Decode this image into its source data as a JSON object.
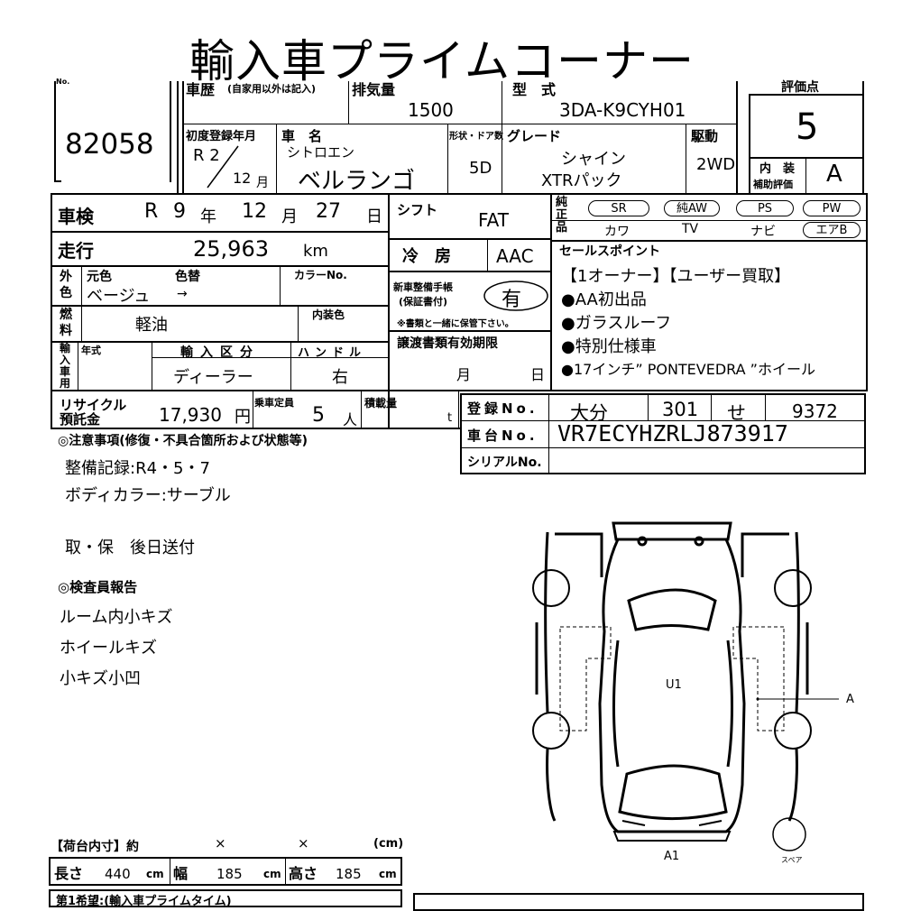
{
  "header": {
    "title": "輸入車プライムコーナー"
  },
  "lot": {
    "label": "No.",
    "number": "82058"
  },
  "history": {
    "label": "車歴",
    "note": "(自家用以外は記入)"
  },
  "displacement": {
    "label": "排気量",
    "value": "1500"
  },
  "model": {
    "label": "型　式",
    "value": "3DA-K9CYH01"
  },
  "score": {
    "label": "評価点",
    "value": "5",
    "interior_label_1": "内　装",
    "interior_label_2": "補助評価",
    "interior_value": "A"
  },
  "first_reg": {
    "label": "初度登録年月",
    "era": "R 2",
    "month": "12",
    "month_unit": "月"
  },
  "car_name": {
    "label": "車　名",
    "maker": "シトロエン",
    "name": "ベルランゴ"
  },
  "body": {
    "label": "形状・ドア数",
    "value": "5D"
  },
  "grade": {
    "label": "グレード",
    "line1": "シャイン",
    "line2": "XTRパック"
  },
  "drive": {
    "label": "駆動",
    "value": "2WD"
  },
  "inspection": {
    "label": "車検",
    "era": "R",
    "year": "9",
    "year_unit": "年",
    "month": "12",
    "month_unit": "月",
    "day": "27",
    "day_unit": "日"
  },
  "shift": {
    "label": "シフト",
    "value": "FAT"
  },
  "equipment": {
    "label": "純正品",
    "items": [
      "SR",
      "純AW",
      "PS",
      "PW"
    ],
    "items2": [
      "カワ",
      "TV",
      "ナビ",
      "エアB"
    ]
  },
  "mileage": {
    "label": "走行",
    "value": "25,963",
    "unit": "km"
  },
  "aircon": {
    "label": "冷　房",
    "value": "AAC"
  },
  "sales": {
    "label": "セールスポイント",
    "lines": [
      "【1オーナー】【ユーザー買取】",
      "●AA初出品",
      "●ガラスルーフ",
      "●特別仕様車",
      "●17インチ” PONTEVEDRA ”ホイール"
    ]
  },
  "color": {
    "side_label": "外色",
    "orig_label": "元色",
    "change_label": "色替",
    "code_label": "カラーNo.",
    "value": "ベージュ",
    "arrow": "→"
  },
  "warranty": {
    "label1": "新車整備手帳",
    "label2": "(保証書付)",
    "value": "有",
    "note": "※書類と一緒に保管下さい。"
  },
  "fuel": {
    "label": "燃料",
    "value": "軽油",
    "interior_color_label": "内装色"
  },
  "docs": {
    "label": "譲渡書類有効期限",
    "month_unit": "月",
    "day_unit": "日"
  },
  "import": {
    "side_label": "輸入車用",
    "year_label": "年式",
    "class_label": "輸入区分",
    "class_value": "ディーラー",
    "handle_label": "ハンドル",
    "handle_value": "右"
  },
  "recycle": {
    "label1": "リサイクル",
    "label2": "預託金",
    "value": "17,930",
    "unit": "円"
  },
  "capacity": {
    "label": "乗車定員",
    "value": "5",
    "unit": "人"
  },
  "load": {
    "label": "積載量",
    "unit": "t"
  },
  "registration": {
    "label": "登録No.",
    "parts": [
      "大分",
      "301",
      "せ",
      "9372"
    ]
  },
  "chassis": {
    "label": "車台No.",
    "value": "VR7ECYHZRLJ873917"
  },
  "serial": {
    "label": "シリアルNo."
  },
  "notes": {
    "header": "◎注意事項(修復・不具合箇所および状態等)",
    "lines": [
      "整備記録:R4・5・7",
      "ボディカラー:サーブル",
      "",
      "取・保　後日送付"
    ]
  },
  "inspector": {
    "header": "◎検査員報告",
    "lines": [
      "ルーム内小キズ",
      "ホイールキズ",
      "小キズ小凹"
    ]
  },
  "diagram": {
    "mark_u1": "U1",
    "mark_a": "A",
    "mark_a1": "A1",
    "spare": "スペア"
  },
  "cargo": {
    "label": "【荷台内寸】約",
    "x1": "×",
    "x2": "×",
    "unit": "(cm)",
    "length_label": "長さ",
    "length": "440",
    "width_label": "幅",
    "width": "185",
    "height_label": "高さ",
    "height": "185",
    "cm": "cm"
  },
  "footer": {
    "text": "第1希望:(輸入車プライムタイム)"
  }
}
